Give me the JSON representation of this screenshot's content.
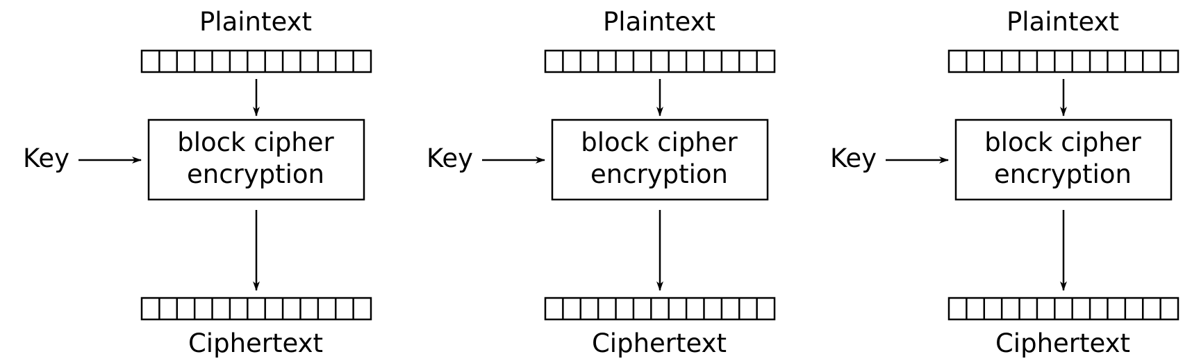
{
  "diagram": {
    "stage_count": 3,
    "block_cells": 13,
    "stroke_color": "#000000",
    "background_color": "#ffffff",
    "stages": [
      {
        "plaintext_label": "Plaintext",
        "key_label": "Key",
        "cipher_box": {
          "line1": "block cipher",
          "line2": "encryption"
        },
        "ciphertext_label": "Ciphertext"
      },
      {
        "plaintext_label": "Plaintext",
        "key_label": "Key",
        "cipher_box": {
          "line1": "block cipher",
          "line2": "encryption"
        },
        "ciphertext_label": "Ciphertext"
      },
      {
        "plaintext_label": "Plaintext",
        "key_label": "Key",
        "cipher_box": {
          "line1": "block cipher",
          "line2": "encryption"
        },
        "ciphertext_label": "Ciphertext"
      }
    ]
  }
}
